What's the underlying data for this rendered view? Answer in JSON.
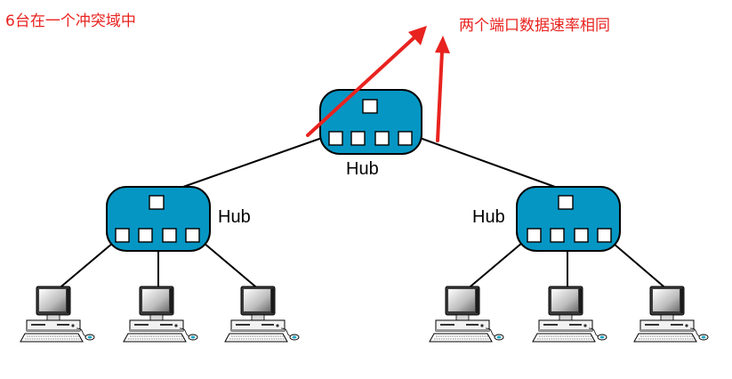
{
  "annotations": {
    "collision_note": "6台在一个冲突域中",
    "rate_note": "两个端口数据速率相同"
  },
  "hubs": {
    "top": {
      "label": "Hub"
    },
    "left": {
      "label": "Hub"
    },
    "right": {
      "label": "Hub"
    }
  },
  "colors": {
    "hub_fill": "#0596c4",
    "hub_stroke": "#000000",
    "annotation_red": "#e8231f",
    "cable": "#000000"
  },
  "icons": {
    "hub": "hub-icon",
    "computer": "desktop-computer-icon",
    "arrow": "red-arrow-icon"
  },
  "computers_per_hub": 3
}
